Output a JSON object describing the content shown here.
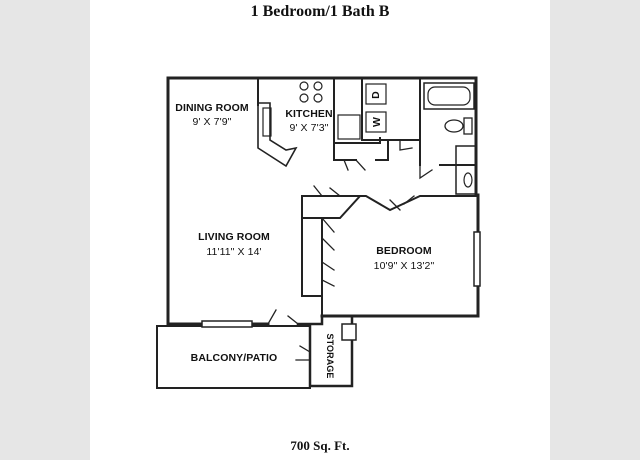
{
  "plan": {
    "title": "1 Bedroom/1 Bath B",
    "area": "700 Sq. Ft."
  },
  "rooms": {
    "dining": {
      "name": "DINING ROOM",
      "size": "9' X 7'9\""
    },
    "kitchen": {
      "name": "KITCHEN",
      "size": "9' X 7'3\""
    },
    "living": {
      "name": "LIVING ROOM",
      "size": "11'11\" X 14'"
    },
    "bedroom": {
      "name": "BEDROOM",
      "size": "10'9\" X 13'2\""
    },
    "balcony": {
      "name": "BALCONY/PATIO"
    },
    "storage": {
      "name": "STORAGE"
    }
  },
  "appliances": {
    "dryer": "D",
    "washer": "W"
  }
}
